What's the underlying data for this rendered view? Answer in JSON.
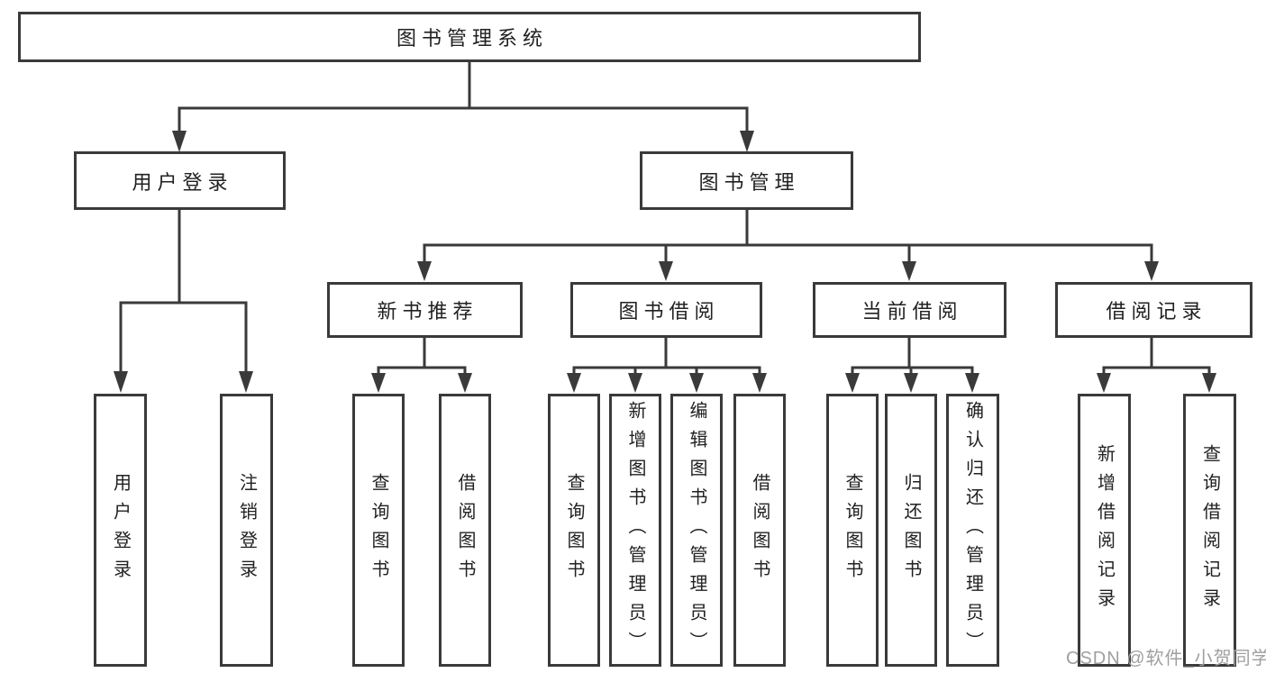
{
  "tree": {
    "root": {
      "label": "图书管理系统"
    },
    "branches": [
      {
        "label": "用户登录",
        "children": [
          {
            "label": "用户登录"
          },
          {
            "label": "注销登录"
          }
        ]
      },
      {
        "label": "图书管理",
        "children": [
          {
            "label": "新书推荐",
            "children": [
              {
                "label": "查询图书"
              },
              {
                "label": "借阅图书"
              }
            ]
          },
          {
            "label": "图书借阅",
            "children": [
              {
                "label": "查询图书"
              },
              {
                "label": "新增图书（管理员）"
              },
              {
                "label": "编辑图书（管理员）"
              },
              {
                "label": "借阅图书"
              }
            ]
          },
          {
            "label": "当前借阅",
            "children": [
              {
                "label": "查询图书"
              },
              {
                "label": "归还图书"
              },
              {
                "label": "确认归还（管理员）"
              }
            ]
          },
          {
            "label": "借阅记录",
            "children": [
              {
                "label": "新增借阅记录"
              },
              {
                "label": "查询借阅记录"
              }
            ]
          }
        ]
      }
    ]
  },
  "watermark": {
    "text": "CSDN @软件_小贺同学"
  },
  "colors": {
    "line": "#3a3a3a",
    "text": "#212121",
    "watermark": "#9f9f9f",
    "background": "#ffffff"
  }
}
